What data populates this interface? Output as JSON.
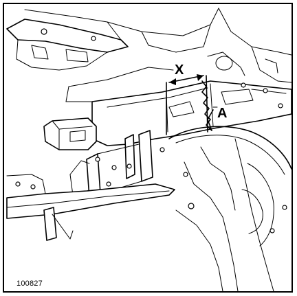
{
  "diagram": {
    "labels": {
      "dimension_x": "X",
      "point_a": "A"
    },
    "reference_number": "100827"
  },
  "colors": {
    "line": "#000000",
    "background": "#ffffff"
  }
}
